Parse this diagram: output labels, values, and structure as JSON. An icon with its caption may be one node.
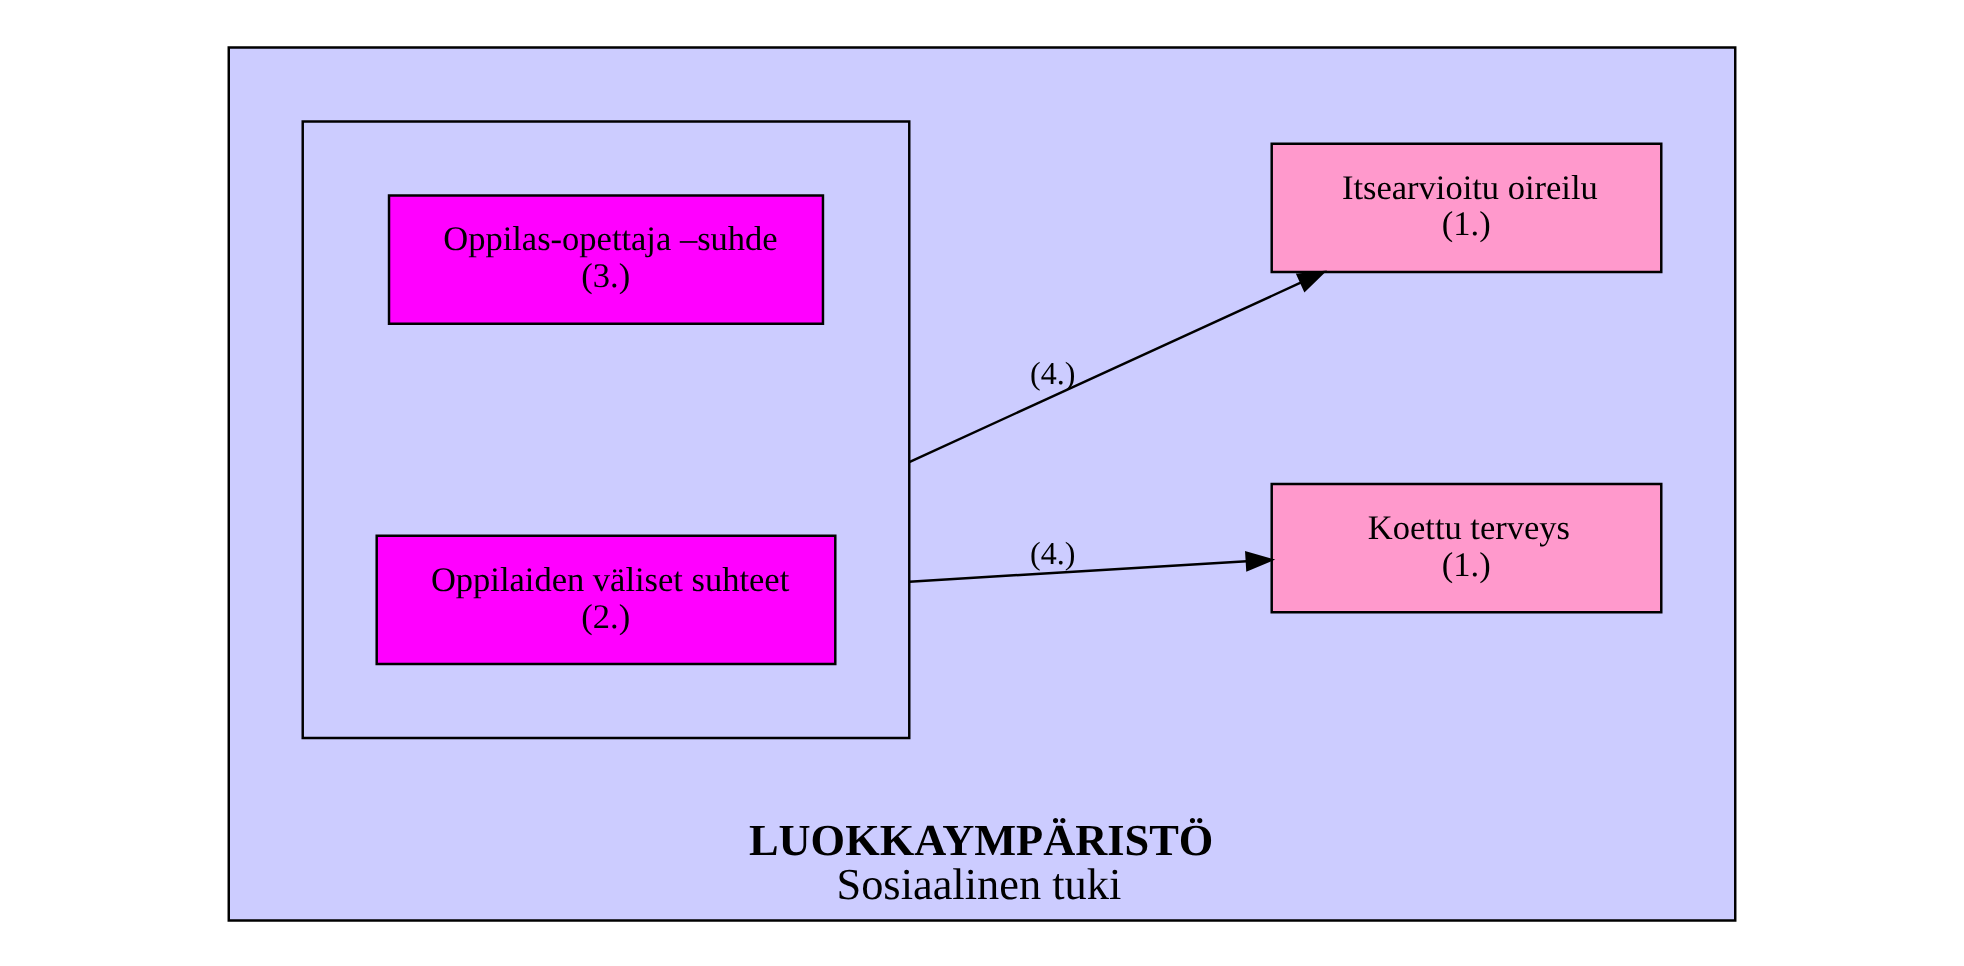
{
  "diagram": {
    "nodes": [
      {
        "text": [
          "LUOKKAYMPÄRISTÖ",
          "Sosiaalinen tuki"
        ]
      },
      {
        "text": [],
        "shape": "box",
        "in": 0
      },
      {
        "text": [
          "Oppilas-opettaja –suhde",
          "(3.)"
        ],
        "in": 1
      },
      {
        "text": [
          "Oppilaiden väliset suhteet",
          "(2.)"
        ],
        "in": 1
      },
      {
        "text": [
          "Koettu terveys",
          "(1.)"
        ],
        "in": 0
      },
      {
        "text": [
          "Itsearvioitu oireilu",
          "(1.)"
        ],
        "in": 0
      }
    ],
    "edges": [
      {
        "from": 1,
        "to": 4,
        "arrow": "to",
        "label": "(4.)"
      },
      {
        "from": 1,
        "to": 5,
        "arrow": "to",
        "label": "(4.)"
      }
    ]
  }
}
